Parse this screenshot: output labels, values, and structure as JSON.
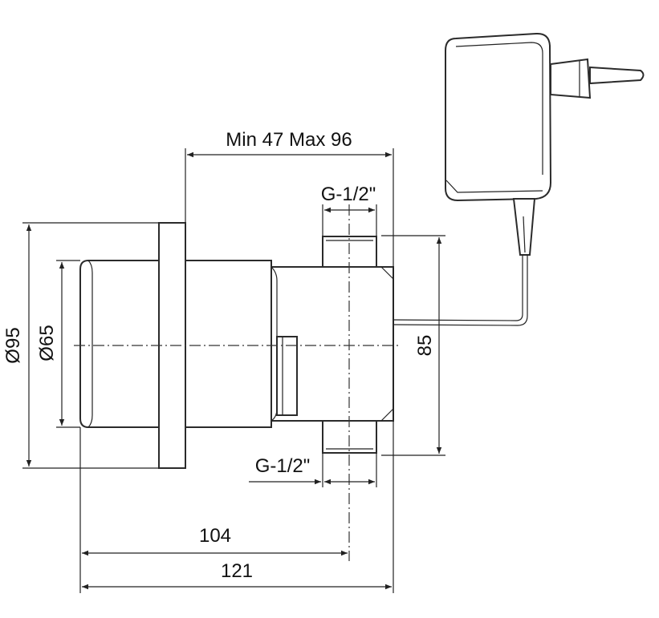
{
  "labels": {
    "range": "Min 47 Max 96",
    "thread_top": "G-1/2\"",
    "thread_bottom": "G-1/2\"",
    "dia_flange": "Ø95",
    "dia_body": "Ø65",
    "height": "85",
    "length_short": "104",
    "length_total": "121"
  }
}
